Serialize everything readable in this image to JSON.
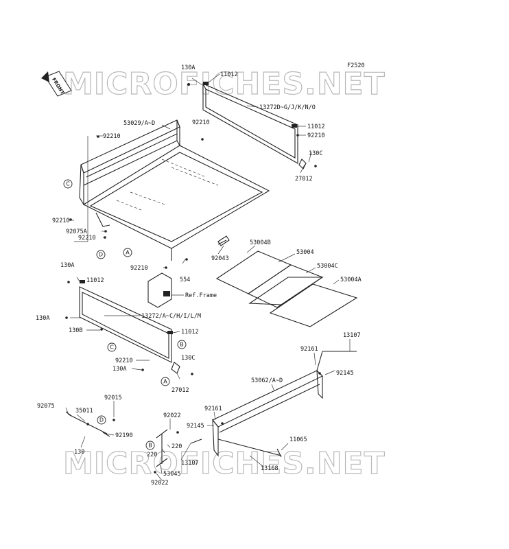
{
  "figure_code": "F2520",
  "watermark": "MICROFICHES.NET",
  "front_arrow_label": "FRONT",
  "ref_frame_label": "Ref.Frame",
  "part_labels": {
    "p130A_top": "130A",
    "p11012_top": "11012",
    "p13272D": "13272D~G/J/K/N/O",
    "p11012_r": "11012",
    "p92210_r": "92210",
    "p130C_r": "130C",
    "p27012_r": "27012",
    "p53029": "53029/A~D",
    "p92210_m": "92210",
    "p92210_l": "92210",
    "p92210_a": "92210",
    "p92075A": "92075A",
    "p92210_b": "92210",
    "p92043": "92043",
    "p92210_c": "92210",
    "p554": "554",
    "p53004B": "53004B",
    "p53004": "53004",
    "p53004C": "53004C",
    "p53004A": "53004A",
    "p130A_l": "130A",
    "p11012_l": "11012",
    "p130A_l2": "130A",
    "p13272A": "13272/A~C/H/I/L/M",
    "p130B": "130B",
    "p11012_l2": "11012",
    "p130C_l": "130C",
    "p92210_l2": "92210",
    "p130A_l3": "130A",
    "p27012_l": "27012",
    "p13107_t": "13107",
    "p92161_t": "92161",
    "p92145_t": "92145",
    "p53062": "53062/A~D",
    "p92075": "92075",
    "p35011": "35011",
    "p92015": "92015",
    "p92190": "92190",
    "p130": "130",
    "p92022_t": "92022",
    "p92161_b": "92161",
    "p92145_b": "92145",
    "p11065": "11065",
    "p220_a": "220",
    "p220_b": "220",
    "p13107_b": "13107",
    "p13168": "13168",
    "p53045": "53045",
    "p92022_b": "92022"
  },
  "callouts": {
    "c1": "C",
    "d1": "D",
    "a1": "A",
    "b2": "B",
    "c2": "C",
    "a2": "A",
    "d3": "D",
    "b3": "B"
  }
}
